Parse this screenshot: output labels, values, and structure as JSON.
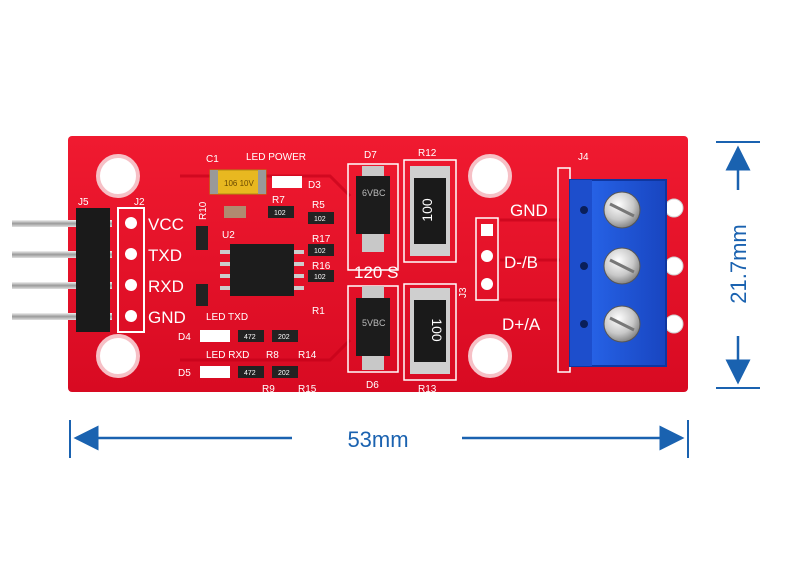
{
  "pcb": {
    "header_labels": [
      "VCC",
      "TXD",
      "RXD",
      "GND"
    ],
    "header_refs": {
      "j5": "J5",
      "j2": "J2"
    },
    "terminal_labels": [
      "GND",
      "D-/B",
      "D+/A"
    ],
    "terminal_ref": "J4",
    "jumper_ref": "J3",
    "component_labels": {
      "c1": "C1",
      "led_power": "LED POWER",
      "d3": "D3",
      "r7": "R7",
      "r5": "R5",
      "r10": "R10",
      "u2": "U2",
      "r17": "R17",
      "r16": "R16",
      "r1": "R1",
      "d4": "D4",
      "led_txd": "LED TXD",
      "r8": "R8",
      "r14": "R14",
      "led_rxd": "LED RXD",
      "d5": "D5",
      "r9": "R9",
      "r15": "R15",
      "d7": "D7",
      "d6": "D6",
      "r12": "R12",
      "r13": "R13",
      "note_120s": "120 S"
    },
    "resistor_values": {
      "big_top": "100",
      "big_bottom": "100"
    },
    "small_resistor_codes": [
      "102",
      "102",
      "102",
      "102",
      "472",
      "202",
      "472",
      "202"
    ],
    "tvs_codes": {
      "top": "6VBC",
      "bottom": "5VBC"
    },
    "capacitor_code": "106 10V"
  },
  "dimensions": {
    "width": "53mm",
    "height": "21.7mm"
  },
  "colors": {
    "board": "#e8102a",
    "terminal_block": "#1b53d8",
    "dimension": "#1a62b0"
  }
}
